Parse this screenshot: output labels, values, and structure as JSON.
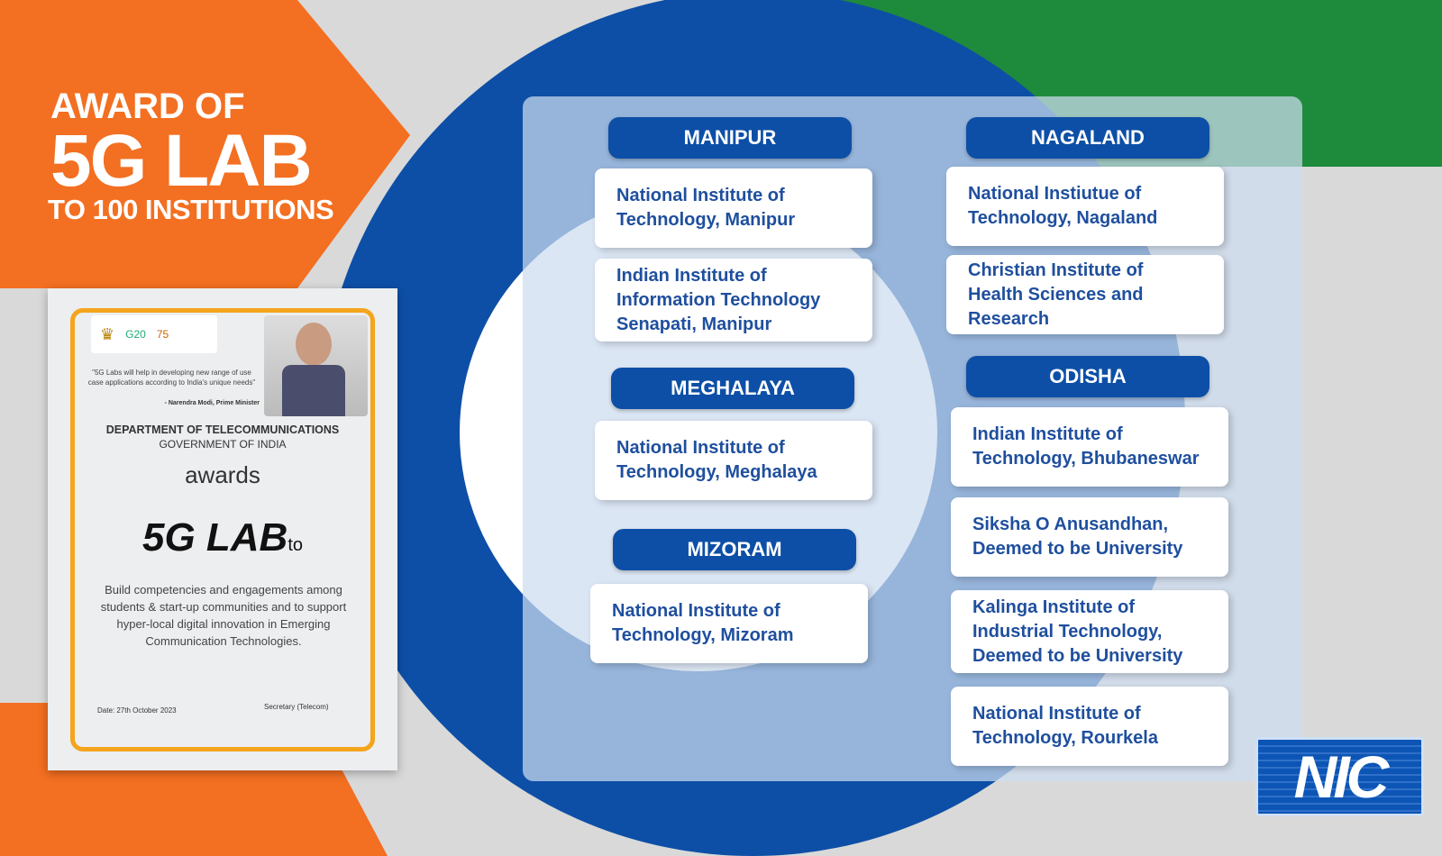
{
  "title": {
    "line1": "AWARD OF",
    "line2": "5G LAB",
    "line3": "TO 100 INSTITUTIONS"
  },
  "certificate": {
    "logos": [
      "G20",
      "75"
    ],
    "quote": "\"5G Labs will help in developing new range of use case applications according to India's unique needs\"",
    "quote_author": "- Narendra Modi, Prime Minister",
    "department": "DEPARTMENT OF TELECOMMUNICATIONS",
    "government": "GOVERNMENT OF INDIA",
    "awards": "awards",
    "lab_5g": "5G",
    "lab_word": "LAB",
    "lab_to": "to",
    "description": "Build competencies and engagements among students & start-up communities and to support hyper-local digital innovation in Emerging Communication Technologies.",
    "date": "Date: 27th October 2023",
    "signatory": "Secretary (Telecom)"
  },
  "states": [
    {
      "name": "MANIPUR",
      "institutions": [
        "National Institute of\nTechnology, Manipur",
        "Indian Institute of\nInformation Technology\nSenapati, Manipur"
      ]
    },
    {
      "name": "MEGHALAYA",
      "institutions": [
        "National Institute of\nTechnology, Meghalaya"
      ]
    },
    {
      "name": "MIZORAM",
      "institutions": [
        "National Institute of\nTechnology, Mizoram"
      ]
    },
    {
      "name": "NAGALAND",
      "institutions": [
        "National Instiutue of\nTechnology, Nagaland",
        "Christian Institute of\nHealth Sciences and Research"
      ]
    },
    {
      "name": "ODISHA",
      "institutions": [
        "Indian Institute of\nTechnology, Bhubaneswar",
        "Siksha O Anusandhan,\nDeemed to be University",
        "Kalinga Institute of\nIndustrial Technology,\nDeemed to be University",
        "National Institute of\nTechnology, Rourkela"
      ]
    }
  ],
  "logo": "NIC",
  "colors": {
    "orange": "#f36f21",
    "blue": "#0d4fa6",
    "green": "#1e8a3c"
  }
}
